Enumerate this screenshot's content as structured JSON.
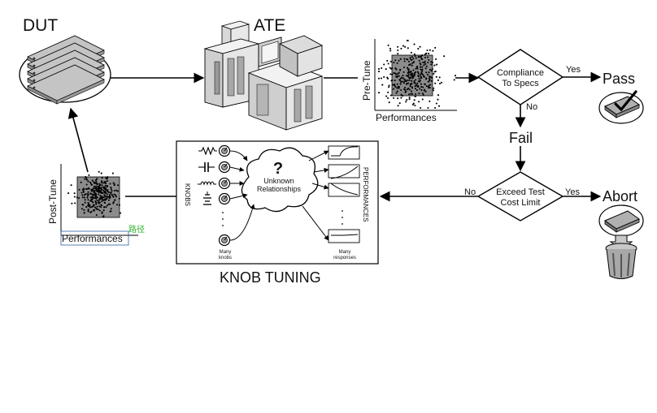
{
  "labels": {
    "dut": "DUT",
    "ate": "ATE",
    "pre_tune": "Pre-Tune",
    "performances_top": "Performances",
    "compliance_line1": "Compliance",
    "compliance_line2": "To Specs",
    "yes_top": "Yes",
    "pass": "Pass",
    "no_compliance": "No",
    "fail": "Fail",
    "exceed_line1": "Exceed Test",
    "exceed_line2": "Cost Limit",
    "yes_exceed": "Yes",
    "abort": "Abort",
    "no_exceed": "No",
    "post_tune": "Post-Tune",
    "performances_bottom": "Performances",
    "green_mark": "路径",
    "knobs_vertical": "KNOBS",
    "unknown_line1": "Unknown",
    "unknown_line2": "Relationships",
    "question": "?",
    "performances_vertical": "PERFORMANCES",
    "many_knobs_line1": "Many",
    "many_knobs_line2": "knobs",
    "many_responses_line1": "Many",
    "many_responses_line2": "responses",
    "knob_tuning": "KNOB TUNING"
  },
  "colors": {
    "stroke": "#000000",
    "device_face": "#9a9a9a",
    "device_top": "#c4c4c4",
    "server_light": "#e6e6e6",
    "server_mid": "#c9c9c9",
    "scatter_box": "#8c8c8c",
    "green_mark": "#2db32d",
    "selection_box": "#2b5fa8",
    "trash": "#a8a8a8"
  },
  "icons": [
    "dut-stack-icon",
    "ate-server-icon",
    "chip-check-icon",
    "chip-icon",
    "trash-can-icon",
    "knob-icon",
    "resistor-icon",
    "capacitor-icon",
    "inductor-icon",
    "battery-icon",
    "cloud-icon"
  ]
}
